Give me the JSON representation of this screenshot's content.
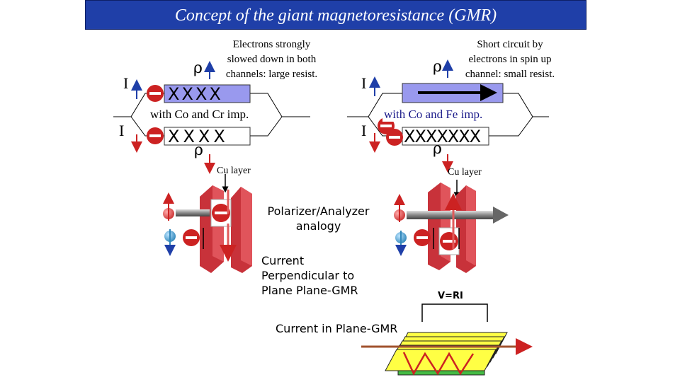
{
  "title": "Concept of the giant magnetoresistance (GMR)",
  "left_panel": {
    "note": [
      "Electrons strongly",
      "slowed down in both",
      "channels: large resist."
    ],
    "rho_symbol": "ρ",
    "current_symbol": "I",
    "scatter_top": "XXXX",
    "scatter_bottom": "XXXX",
    "label": "with Co  and Cr imp.",
    "cu_layer": "Cu layer"
  },
  "right_panel": {
    "note": [
      "Short circuit by",
      "electrons in spin up",
      "channel: small resist."
    ],
    "rho_symbol": "ρ",
    "current_symbol": "I",
    "scatter_bottom": "XXXXXXX",
    "label": "with Co and Fe imp.",
    "cu_layer": "Cu layer"
  },
  "center_text": {
    "polarizer": [
      "Polarizer/Analyzer",
      "analogy"
    ],
    "cpp": [
      "Current",
      "Perpendicular to",
      "Plane Plane-GMR"
    ],
    "cip": "Current in Plane-GMR",
    "vri": "V=RI"
  },
  "colors": {
    "title_bg": "#1f3fa8",
    "channel_fill": "#9999ee",
    "arrow_up": "#1f3fa8",
    "arrow_down": "#cc2222",
    "magnet": "#c8323a",
    "layer_yellow": "#ffff44",
    "layer_green": "#44bb44"
  }
}
